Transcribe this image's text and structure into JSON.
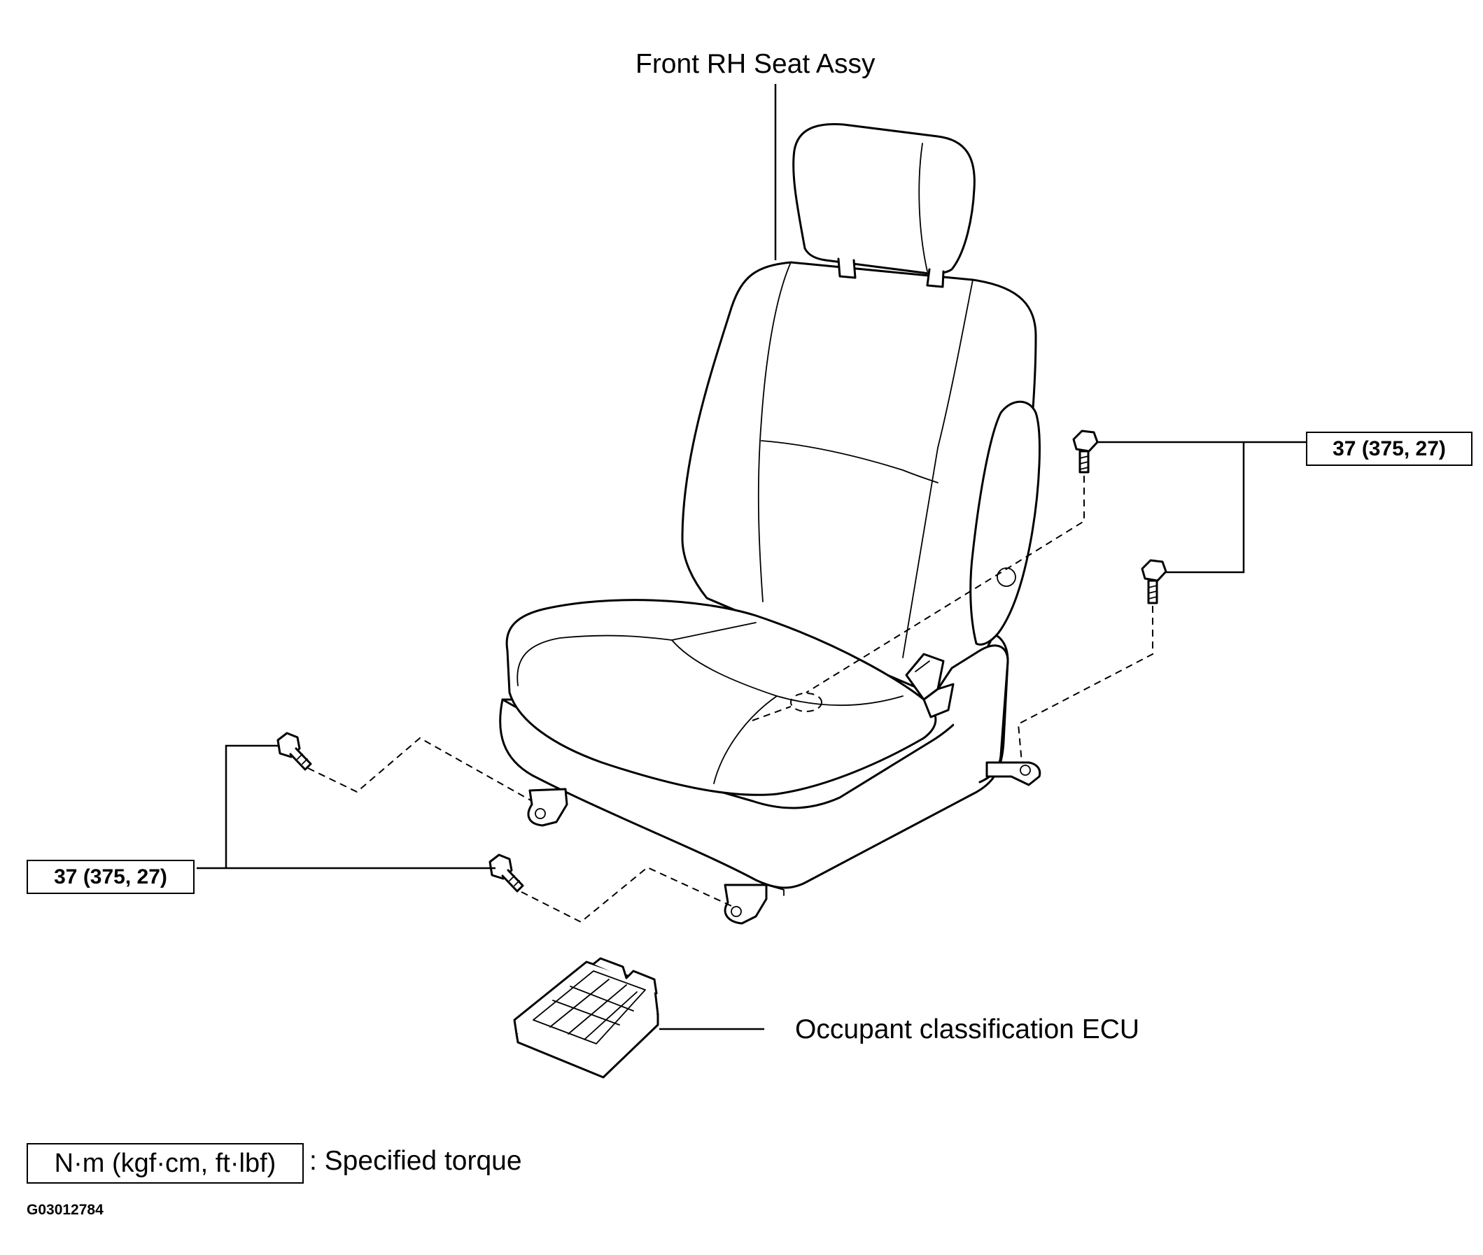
{
  "diagram": {
    "labels": {
      "seat": "Front RH Seat Assy",
      "ecu": "Occupant classification ECU",
      "legend_text": ": Specified torque",
      "legend_units": "N·m (kgf·cm, ft·lbf)",
      "figure_code": "G03012784"
    },
    "torque": {
      "right": "37 (375, 27)",
      "left": "37 (375, 27)"
    }
  }
}
